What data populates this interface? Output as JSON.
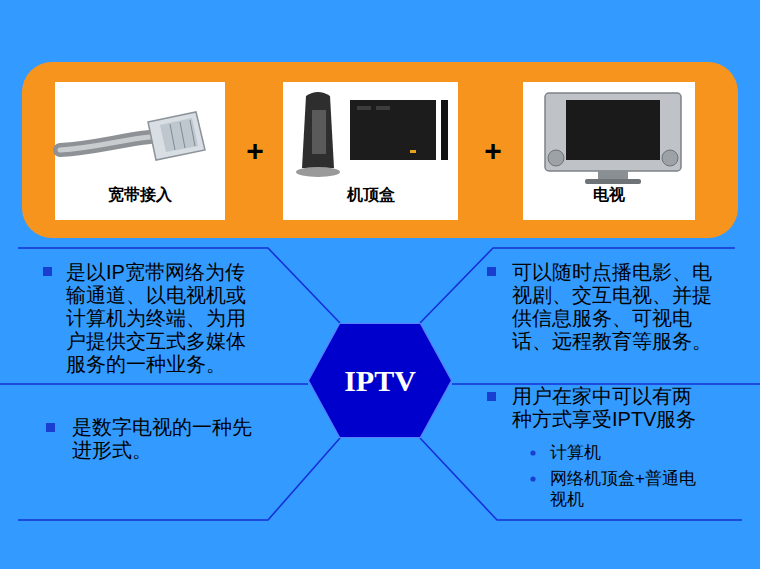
{
  "diagram": {
    "nodes": [
      {
        "text": [
          "宽带接入"
        ]
      },
      {
        "text": [
          "机顶盒"
        ]
      },
      {
        "text": [
          "电视"
        ]
      },
      {
        "text": [
          "IPTV"
        ]
      }
    ],
    "labels": [
      "+",
      "+",
      "是以IP宽带网络为传输通道、以电视机或计算机为终端、为用户提供交互式多媒体服务的一种业务。",
      "可以随时点播电影、电视剧、交互电视、并提供信息服务、可视电话、远程教育等服务。",
      "是数字电视的一种先进形式。",
      "用户在家中可以有两种方式享受IPTV服务",
      "计算机",
      "网络机顶盒+普通电视机"
    ]
  }
}
